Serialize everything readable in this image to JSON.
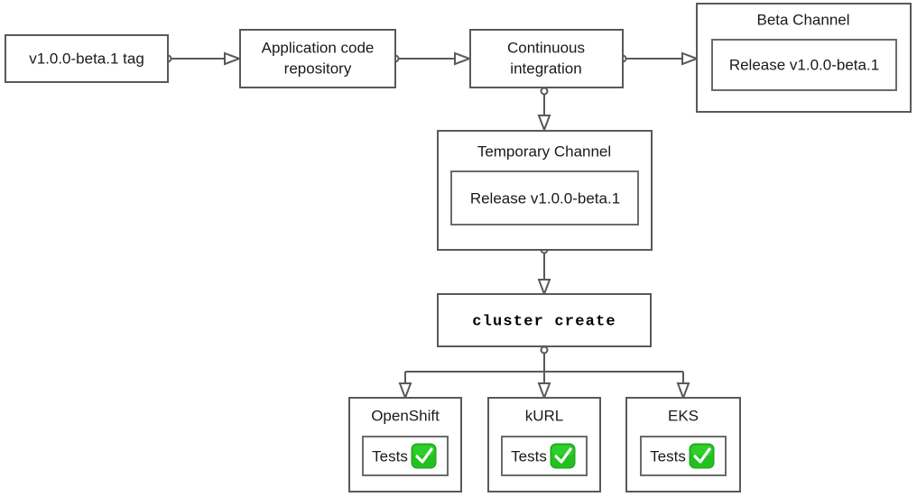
{
  "diagram": {
    "type": "flowchart",
    "direction": "left-to-right then top-down",
    "background_color": "#ffffff",
    "stroke_color": "#595959",
    "accent_color": "#22c11f",
    "nodes": {
      "tag": {
        "label": "v1.0.0-beta.1 tag"
      },
      "repo": {
        "label_line1": "Application code",
        "label_line2": "repository"
      },
      "ci": {
        "label_line1": "Continuous",
        "label_line2": "integration"
      },
      "beta_channel": {
        "title": "Beta Channel",
        "release": "Release v1.0.0-beta.1"
      },
      "temporary_channel": {
        "title": "Temporary Channel",
        "release": "Release v1.0.0-beta.1"
      },
      "cluster_create": {
        "label": "cluster create"
      },
      "openshift": {
        "title": "OpenShift",
        "tests_label": "Tests",
        "status_icon": "green-check-icon"
      },
      "kurl": {
        "title": "kURL",
        "tests_label": "Tests",
        "status_icon": "green-check-icon"
      },
      "eks": {
        "title": "EKS",
        "tests_label": "Tests",
        "status_icon": "green-check-icon"
      }
    },
    "edges": [
      {
        "from": "tag",
        "to": "repo"
      },
      {
        "from": "repo",
        "to": "ci"
      },
      {
        "from": "ci",
        "to": "beta_channel"
      },
      {
        "from": "ci",
        "to": "temporary_channel"
      },
      {
        "from": "temporary_channel",
        "to": "cluster_create"
      },
      {
        "from": "cluster_create",
        "to": "openshift"
      },
      {
        "from": "cluster_create",
        "to": "kurl"
      },
      {
        "from": "cluster_create",
        "to": "eks"
      }
    ]
  }
}
